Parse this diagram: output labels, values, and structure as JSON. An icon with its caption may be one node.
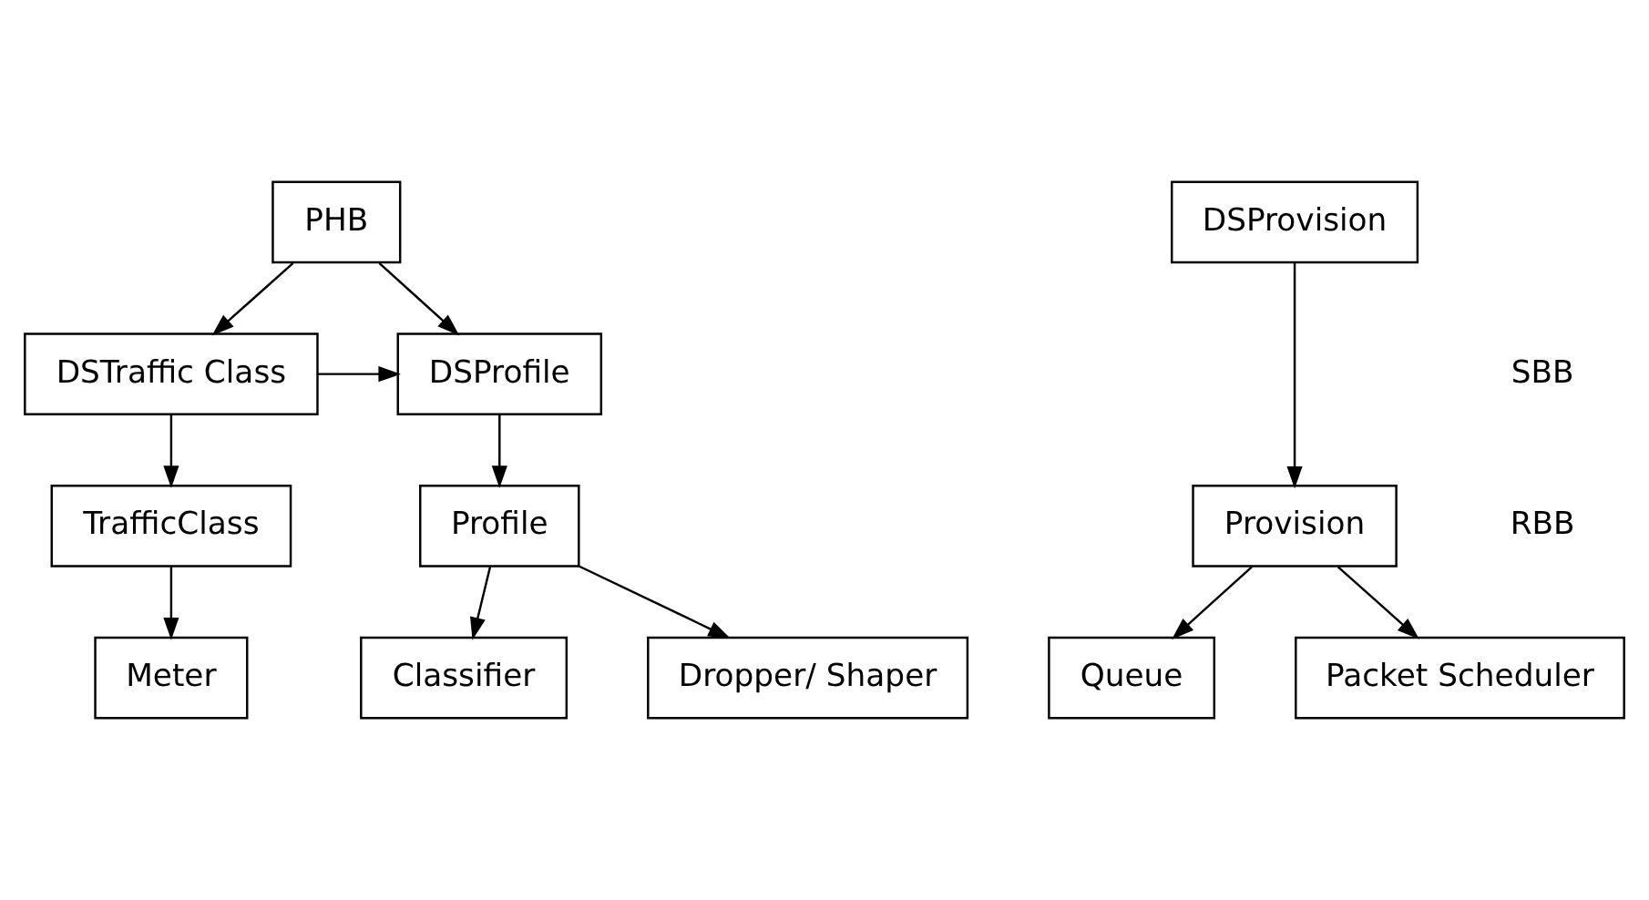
{
  "diagram": {
    "nodes": [
      {
        "text": [
          "PHB"
        ]
      },
      {
        "text": [
          "DSTraffic Class"
        ]
      },
      {
        "text": [
          "DSProfile"
        ]
      },
      {
        "text": [
          "DSProvision"
        ]
      },
      {
        "text": [
          "TrafficClass"
        ]
      },
      {
        "text": [
          "Profile"
        ]
      },
      {
        "text": [
          "Provision"
        ]
      },
      {
        "text": [
          "Meter"
        ]
      },
      {
        "text": [
          "Classifier"
        ]
      },
      {
        "text": [
          "Dropper/ Shaper"
        ]
      },
      {
        "text": [
          "Queue"
        ]
      },
      {
        "text": [
          "Packet Scheduler"
        ]
      }
    ],
    "edges": [
      {
        "from": 0,
        "to": 1,
        "arrow": "to"
      },
      {
        "from": 0,
        "to": 2,
        "arrow": "to"
      },
      {
        "from": 1,
        "to": 2,
        "arrow": "to"
      },
      {
        "from": 1,
        "to": 4,
        "arrow": "to"
      },
      {
        "from": 2,
        "to": 5,
        "arrow": "to"
      },
      {
        "from": 3,
        "to": 6,
        "arrow": "to"
      },
      {
        "from": 4,
        "to": 7,
        "arrow": "to"
      },
      {
        "from": 5,
        "to": 8,
        "arrow": "to"
      },
      {
        "from": 5,
        "to": 9,
        "arrow": "to"
      },
      {
        "from": 6,
        "to": 10,
        "arrow": "to"
      },
      {
        "from": 6,
        "to": 11,
        "arrow": "to"
      }
    ],
    "labels": [
      "SBB",
      "RBB"
    ]
  }
}
